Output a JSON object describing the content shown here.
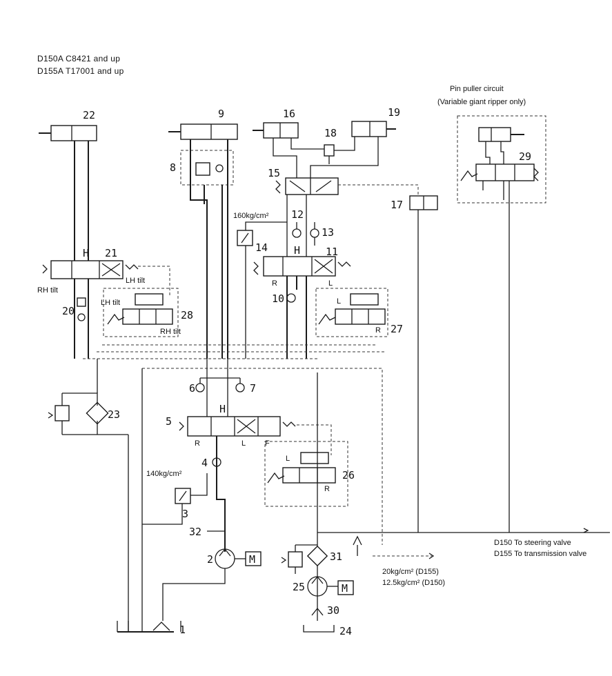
{
  "header": {
    "line1": "D150A   C8421 and up",
    "line2": "D155A   T17001 and up"
  },
  "pin_puller": {
    "title": "Pin puller circuit",
    "subtitle": "(Variable giant ripper only)"
  },
  "pressures": {
    "p160": "160kg/cm²",
    "p140": "140kg/cm²",
    "p20": "20kg/cm²  (D155)",
    "p12": "12.5kg/cm²  (D150)"
  },
  "outlets": {
    "d150": "D150    To steering valve",
    "d155": "D155    To transmission valve"
  },
  "labels": {
    "rh_tilt": "RH tilt",
    "lh_tilt": "LH tilt",
    "lh_tilt2": "LH tilt",
    "rh_tilt2": "RH tilt",
    "H": "H",
    "R": "R",
    "L": "L",
    "F": "F",
    "M": "M"
  },
  "numbers": [
    "1",
    "2",
    "3",
    "4",
    "5",
    "6",
    "7",
    "8",
    "9",
    "10",
    "11",
    "12",
    "13",
    "14",
    "15",
    "16",
    "17",
    "18",
    "19",
    "20",
    "21",
    "22",
    "23",
    "24",
    "25",
    "26",
    "27",
    "28",
    "29",
    "30",
    "31",
    "32"
  ]
}
